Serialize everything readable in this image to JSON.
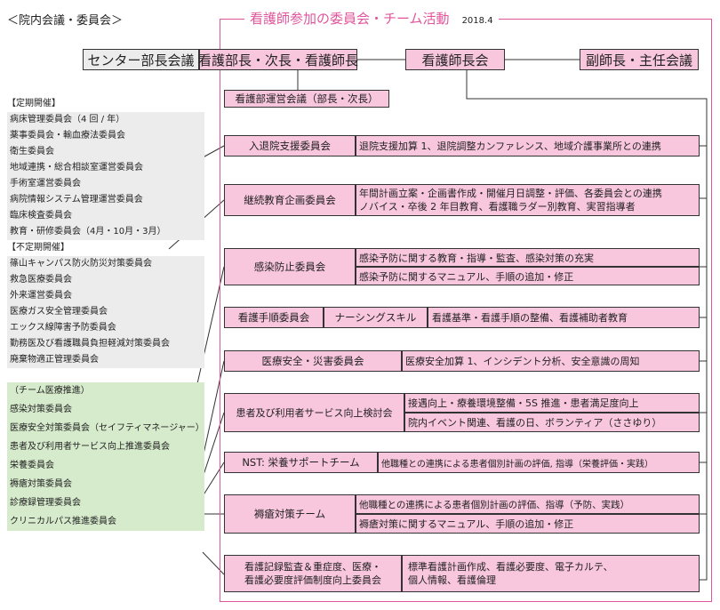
{
  "header": {
    "left_title": "＜院内会議・委員会＞",
    "main_title": "看護師参加の委員会・チーム活動",
    "date": "2018.4"
  },
  "top_row": {
    "center_meeting": "センター部長会議",
    "director_meeting": "看護部長・次長・看護師長",
    "head_nurse_meeting": "看護師長会",
    "vice_meeting": "副師長・主任会議",
    "management_meeting": "看護部運営会議（部長・次長）"
  },
  "left_list": {
    "regular_header": "【定期開催】",
    "regular": [
      "病床管理委員会（4 回 / 年）",
      "薬事委員会・輸血療法委員会",
      "衛生委員会",
      "地域連携・総合相談室運営委員会",
      "手術室運営委員会",
      "病院情報システム管理運営委員会",
      "臨床検査委員会",
      "教育・研修委員会（4月・10月・3月）"
    ],
    "irregular_header": "【不定期開催】",
    "irregular": [
      "篠山キャンパス防火防災対策委員会",
      "救急医療委員会",
      "外来運営委員会",
      "医療ガス安全管理委員会",
      "エックス線障害予防委員会",
      "勤務医及び看護職員負担軽減対策委員会",
      "廃棄物適正管理委員会"
    ],
    "team_header": "（チーム医療推進）",
    "team": [
      "感染対策委員会",
      "医療安全対策委員会（セイフティマネージャー）",
      "患者及び利用者サービス向上推進委員会",
      "栄養委員会",
      "褥瘡対策委員会",
      "診療録管理委員会",
      "クリニカルパス推進委員会"
    ]
  },
  "committees": [
    {
      "name": "入退院支援委員会",
      "details": [
        "退院支援加算 1、退院調整カンファレンス、地域介護事業所との連携"
      ]
    },
    {
      "name": "継続教育企画委員会",
      "details": [
        "年間計画立案・企画書作成・開催月日調整・評価、各委員会との連携",
        "ノバイス・卒後 2 年目教育、看護職ラダー別教育、実習指導者"
      ]
    },
    {
      "name": "感染防止委員会",
      "details": [
        "感染予防に関する教育・指導・監査、感染対策の充実",
        "感染予防に関するマニュアル、手順の追加・修正"
      ]
    },
    {
      "name": "看護手順委員会",
      "sub": "ナーシングスキル",
      "details": [
        "看護基準・看護手順の整備、看護補助者教育"
      ]
    },
    {
      "name": "医療安全・災害委員会",
      "details": [
        "医療安全加算 1、インシデント分析、安全意識の周知"
      ]
    },
    {
      "name": "患者及び利用者サービス向上検討会",
      "details": [
        "接遇向上・療養環境整備・5S 推進・患者満足度向上",
        "院内イベント関連、看護の日、ボランティア（ささゆり）"
      ]
    },
    {
      "name": "NST: 栄養サポートチーム",
      "details": [
        "他職種との連携による患者個別計画の評価, 指導（栄養評価・実践）"
      ]
    },
    {
      "name": "褥瘡対策チーム",
      "details": [
        "他職種との連携による患者個別計画の評価、指導（予防、実践）",
        "褥瘡対策に関するマニュアル、手順の追加・修正"
      ]
    },
    {
      "name_lines": [
        "看護記録監査＆重症度、医療・",
        "看護必要度評価制度向上委員会"
      ],
      "details": [
        "標準看護計画作成、看護必要度、電子カルテ、",
        "個人情報、看護倫理"
      ]
    }
  ]
}
